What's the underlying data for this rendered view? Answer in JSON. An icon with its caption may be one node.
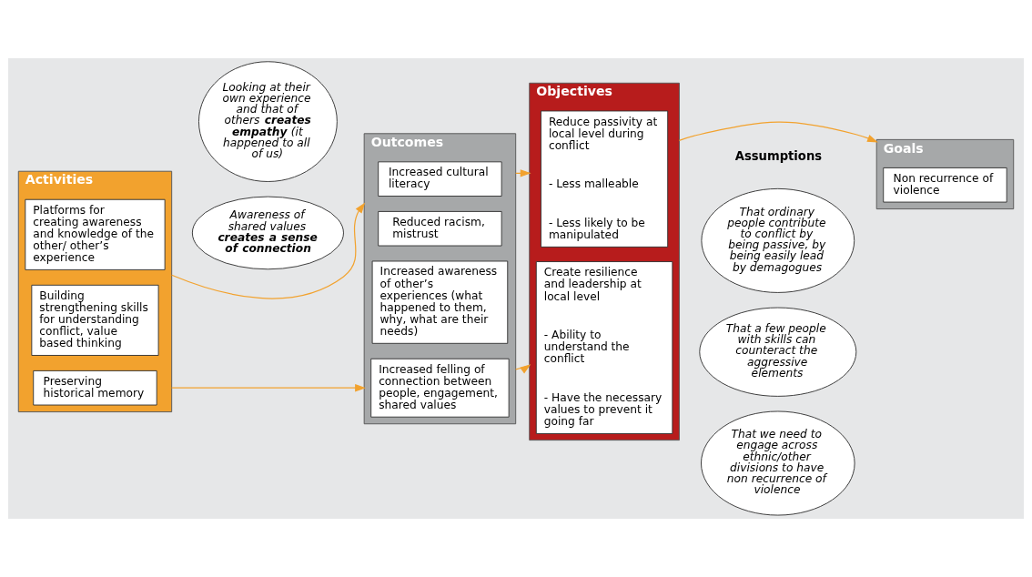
{
  "diagram": {
    "nodes": [
      {
        "text": [
          "Activities"
        ]
      },
      {
        "text": [
          "Platforms for creating awareness and knowledge of the other/ other’s experience"
        ],
        "in": 0
      },
      {
        "text": [
          "Building strengthening skills for understanding conflict, value based thinking"
        ],
        "in": 0
      },
      {
        "text": [
          "Preserving historical memory"
        ],
        "in": 0
      },
      {
        "text": [
          "Looking at their own experience and that of others **creates empathy** (it happened to all of us)"
        ]
      },
      {
        "text": [
          "Awareness of shared values **creates a sense of connection**"
        ]
      },
      {
        "text": [
          "Outcomes"
        ]
      },
      {
        "text": [
          "Increased cultural literacy"
        ],
        "in": 6
      },
      {
        "text": [
          "Reduced racism, mistrust"
        ],
        "in": 6
      },
      {
        "text": [
          "Increased awareness of other’s experiences (what happened to them, why, what are their needs)"
        ],
        "in": 6
      },
      {
        "text": [
          "Increased felling of connection between people, engagement, shared values"
        ],
        "in": 6
      },
      {
        "text": [
          "Objectives"
        ]
      },
      {
        "text": [
          "Reduce passivity at local level during conflict",
          "- Less malleable",
          "- Less likely to be manipulated"
        ],
        "in": 11
      },
      {
        "text": [
          "Create resilience and leadership at local level",
          "- Ability to understand the conflict",
          "- Have the necessary values to prevent it going far"
        ],
        "in": 11
      },
      {
        "text": [
          "That ordinary people contribute to conflict by being passive, by being easily lead by demagogues"
        ]
      },
      {
        "text": [
          "That a few people with skills can counteract the aggressive elements"
        ]
      },
      {
        "text": [
          "That we need to engage across ethnic/other divisions to have non recurrence of violence"
        ]
      },
      {
        "text": [
          "Goals"
        ]
      },
      {
        "text": [
          "Non recurrence of violence"
        ],
        "in": 17
      }
    ],
    "edges": [
      {
        "from": 0,
        "to": 6,
        "arrow": "to"
      },
      {
        "from": 0,
        "to": 6,
        "arrow": "to"
      },
      {
        "from": 6,
        "to": 11,
        "arrow": "to"
      },
      {
        "from": 6,
        "to": 11,
        "arrow": "to"
      },
      {
        "from": 11,
        "to": 17,
        "arrow": "to"
      }
    ],
    "labels": [
      "Assumptions"
    ]
  }
}
